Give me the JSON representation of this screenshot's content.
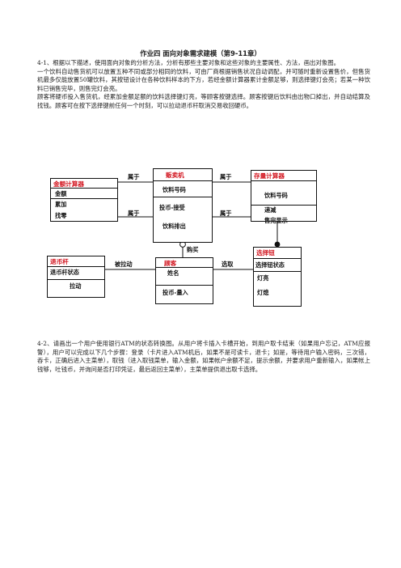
{
  "title": "作业四    面向对象需求建模（第9-11章）",
  "p1": "4-1、根据以下描述，使用面向对象的分析方法，分析有那些主要对象和这些对象的主要属性、方法，画出对象图。\n一个饮料自动售货机可以放置五种不同或部分相同的饮料，可由厂商根据销售状况自动调配，并可随时重新设置售价，但售货机最多仅能放置50罐饮料，其按钮设计在各种饮料样本的下方，若经金额计算器累计金额足够，则选择键灯会亮；若某一种饮料已销售完毕，则售完灯会亮。\n顾客将硬币投入售货机，经累加金额足额的饮料选择键灯亮，等顾客按键选择。顾客按键后饮料由出物口掉出，并自动结算及找钱。顾客可在按下选择键前任何一个时刻，可以拉动退币杆取消交易收回硬币。",
  "p2": "4-2、请画出一个用户使用银行ATM的状态转换图。从用户将卡插入卡槽开始，到用户取卡结束（如果用户忘记，ATM应报警），用户可以完成以下几个步骤：登录（卡片进入ATM机后，如果不是可读卡，退卡；如是，等待用户输入密码，三次错，吞卡，正确后进入主菜单），取钱（进入取钱菜单，输入金额，如果帐户余额不足，提示余额，并要求用户重新输入，如果帐上钱够，吐钱币，并询问是否打印凭证，最后返回主菜单），主菜单提供退出取卡选择。",
  "diagram": {
    "vending": {
      "name": "贩卖机",
      "attr": "饮料号码",
      "ops": [
        "投币-接受",
        "饮料排出"
      ]
    },
    "money": {
      "name": "金额计算器",
      "attr": "金额",
      "ops": [
        "累加",
        "找零"
      ]
    },
    "storage": {
      "name": "存量计算器",
      "attr": "饮料号码",
      "ops": [
        "递减",
        "售完显示"
      ]
    },
    "coin": {
      "name": "退币杆",
      "attr": "退币杆状态",
      "ops": [
        "拉动"
      ]
    },
    "customer": {
      "name": "顾客",
      "attr": "姓名",
      "ops": [
        "投币-量入"
      ]
    },
    "button": {
      "name": "选择钮",
      "attr": "选择钮状态",
      "ops": [
        "灯亮",
        "灯熄"
      ]
    },
    "links": {
      "belong1": "属于",
      "belong2": "属于",
      "belong3": "属于",
      "belong4": "属于",
      "buy": "购买",
      "pull": "被拉动",
      "select": "选取"
    }
  }
}
